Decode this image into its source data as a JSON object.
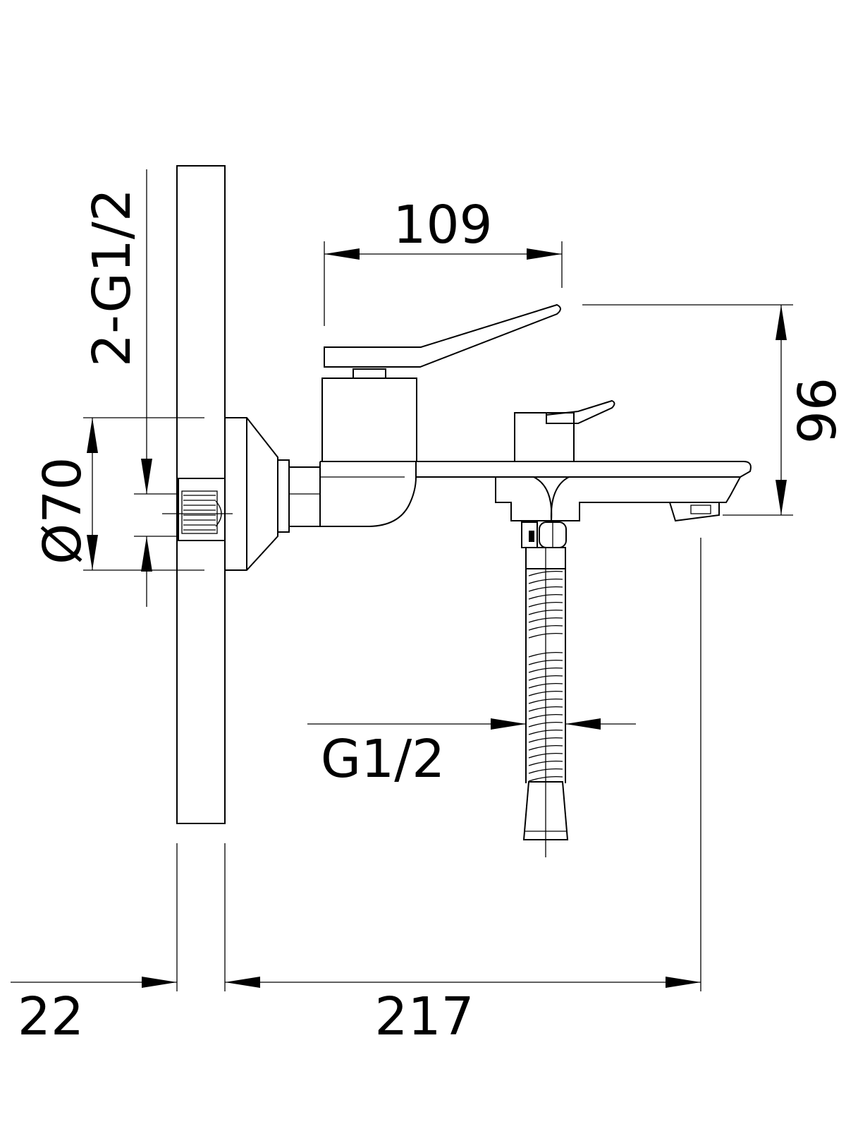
{
  "dimensions": {
    "inlets_thread": "2-G1/2",
    "flange_diameter": "Ø70",
    "handle_projection": "109",
    "height": "96",
    "hose_thread": "G1/2",
    "wall_thickness": "22",
    "total_projection": "217"
  },
  "colors": {
    "line": "#000000",
    "background": "#ffffff"
  }
}
